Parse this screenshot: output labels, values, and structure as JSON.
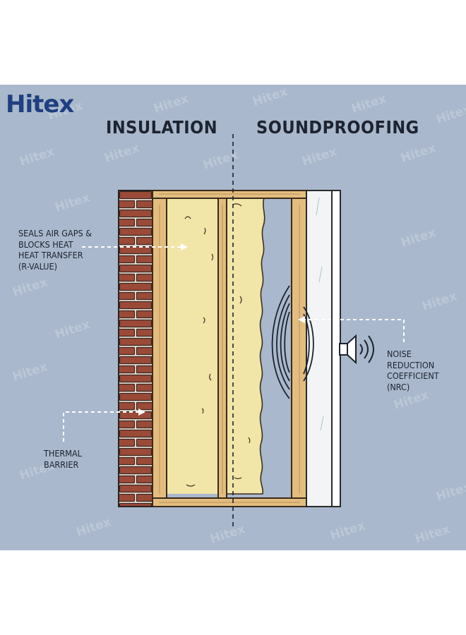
{
  "brand": {
    "logo_text": "Hitex",
    "watermark_text": "Hitex"
  },
  "headings": {
    "insulation": "INSULATION",
    "soundproofing": "SOUNDPROOFING"
  },
  "labels": {
    "air_gaps": "SEALS AIR GAPS &\nBLOCKS HEAT\nHEAT TRANSFER\n(R-VALUE)",
    "thermal_barrier": "THERMAL\nBARRIER",
    "noise_reduction": "NOISE\nREDUCTION\nCOEFFICIENT\n(NRC)"
  },
  "icons": {
    "speaker": "speaker-icon"
  },
  "colors": {
    "background": "#a9b8cc",
    "brick": "#9b4a38",
    "mortar": "#e7dcd0",
    "stud": "#e3bd80",
    "insulation": "#f1e5a8",
    "drywall": "#f4f5f5",
    "brand": "#1f3f80"
  }
}
